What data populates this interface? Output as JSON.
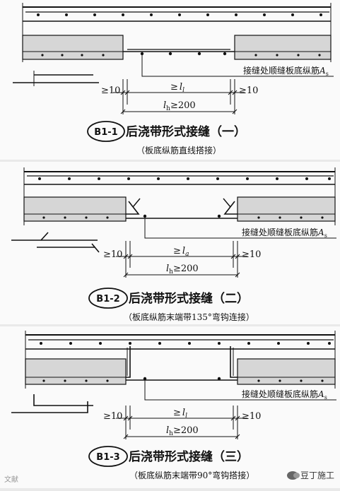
{
  "panels": [
    {
      "id": "B1-1",
      "title": "后浇带形式接缝（一）",
      "subtitle": "（板底纵筋直线搭接）",
      "rebar_note": "接缝处顺缝板底纵筋",
      "rebar_symbol": "A",
      "rebar_sub": "s",
      "dim_left": "≥10",
      "dim_right": "≥10",
      "lap_label": "≥",
      "lap_symbol": "l",
      "lap_sub": "l",
      "width_symbol": "l",
      "width_sub": "h",
      "width_value": "≥200",
      "bar_end": "straight"
    },
    {
      "id": "B1-2",
      "title": "后浇带形式接缝（二）",
      "subtitle": "（板底纵筋末端带135°弯钩连接）",
      "rebar_note": "接缝处顺缝板底纵筋",
      "rebar_symbol": "A",
      "rebar_sub": "s",
      "dim_left": "≥10",
      "dim_right": "≥10",
      "lap_label": "≥",
      "lap_symbol": "l",
      "lap_sub": "a",
      "width_symbol": "l",
      "width_sub": "h",
      "width_value": "≥200",
      "bar_end": "hook135"
    },
    {
      "id": "B1-3",
      "title": "后浇带形式接缝（三）",
      "subtitle": "（板底纵筋末端带90°弯钩搭接）",
      "rebar_note": "接缝处顺缝板底纵筋",
      "rebar_symbol": "A",
      "rebar_sub": "s",
      "dim_left": "≥10",
      "dim_right": "≥10",
      "lap_label": "≥",
      "lap_symbol": "l",
      "lap_sub": "l",
      "width_symbol": "l",
      "width_sub": "h",
      "width_value": "≥200",
      "bar_end": "hook90"
    }
  ],
  "watermark": "文献",
  "brand": "豆丁施工",
  "colors": {
    "precast_fill": "#d6d6d6",
    "line": "#111111",
    "background": "#fafafa"
  }
}
